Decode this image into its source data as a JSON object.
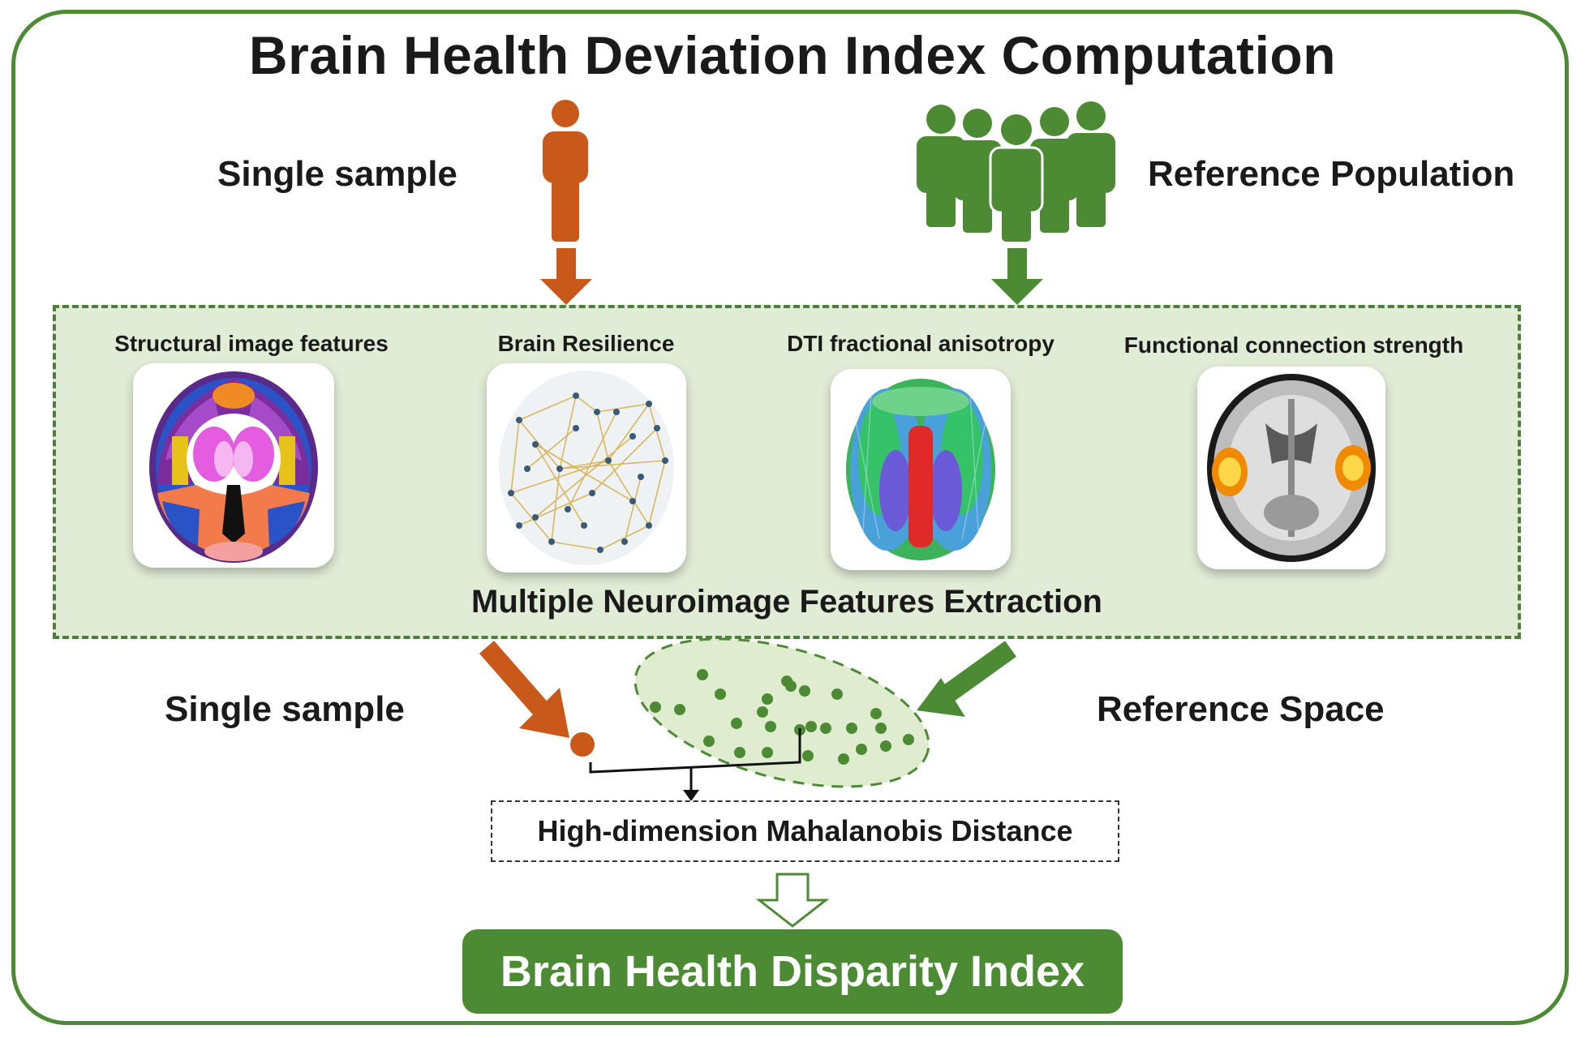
{
  "title": "Brain Health Deviation Index Computation",
  "top": {
    "single_sample_label": "Single sample",
    "reference_population_label": "Reference Population"
  },
  "features": {
    "items": [
      {
        "label": "Structural image features",
        "icon": "brain-parcellation-icon"
      },
      {
        "label": "Brain Resilience",
        "icon": "brain-network-icon"
      },
      {
        "label": "DTI fractional anisotropy",
        "icon": "dti-tractography-icon"
      },
      {
        "label": "Functional connection strength",
        "icon": "fmri-activation-icon"
      }
    ],
    "caption": "Multiple Neuroimage Features Extraction"
  },
  "bottom": {
    "single_sample_label": "Single sample",
    "reference_space_label": "Reference Space",
    "distance_label": "High-dimension Mahalanobis Distance",
    "result_label": "Brain Health Disparity Index"
  },
  "colors": {
    "orange": "#c9591a",
    "green": "#4c8b34",
    "light_green": "#e1ecd6"
  }
}
